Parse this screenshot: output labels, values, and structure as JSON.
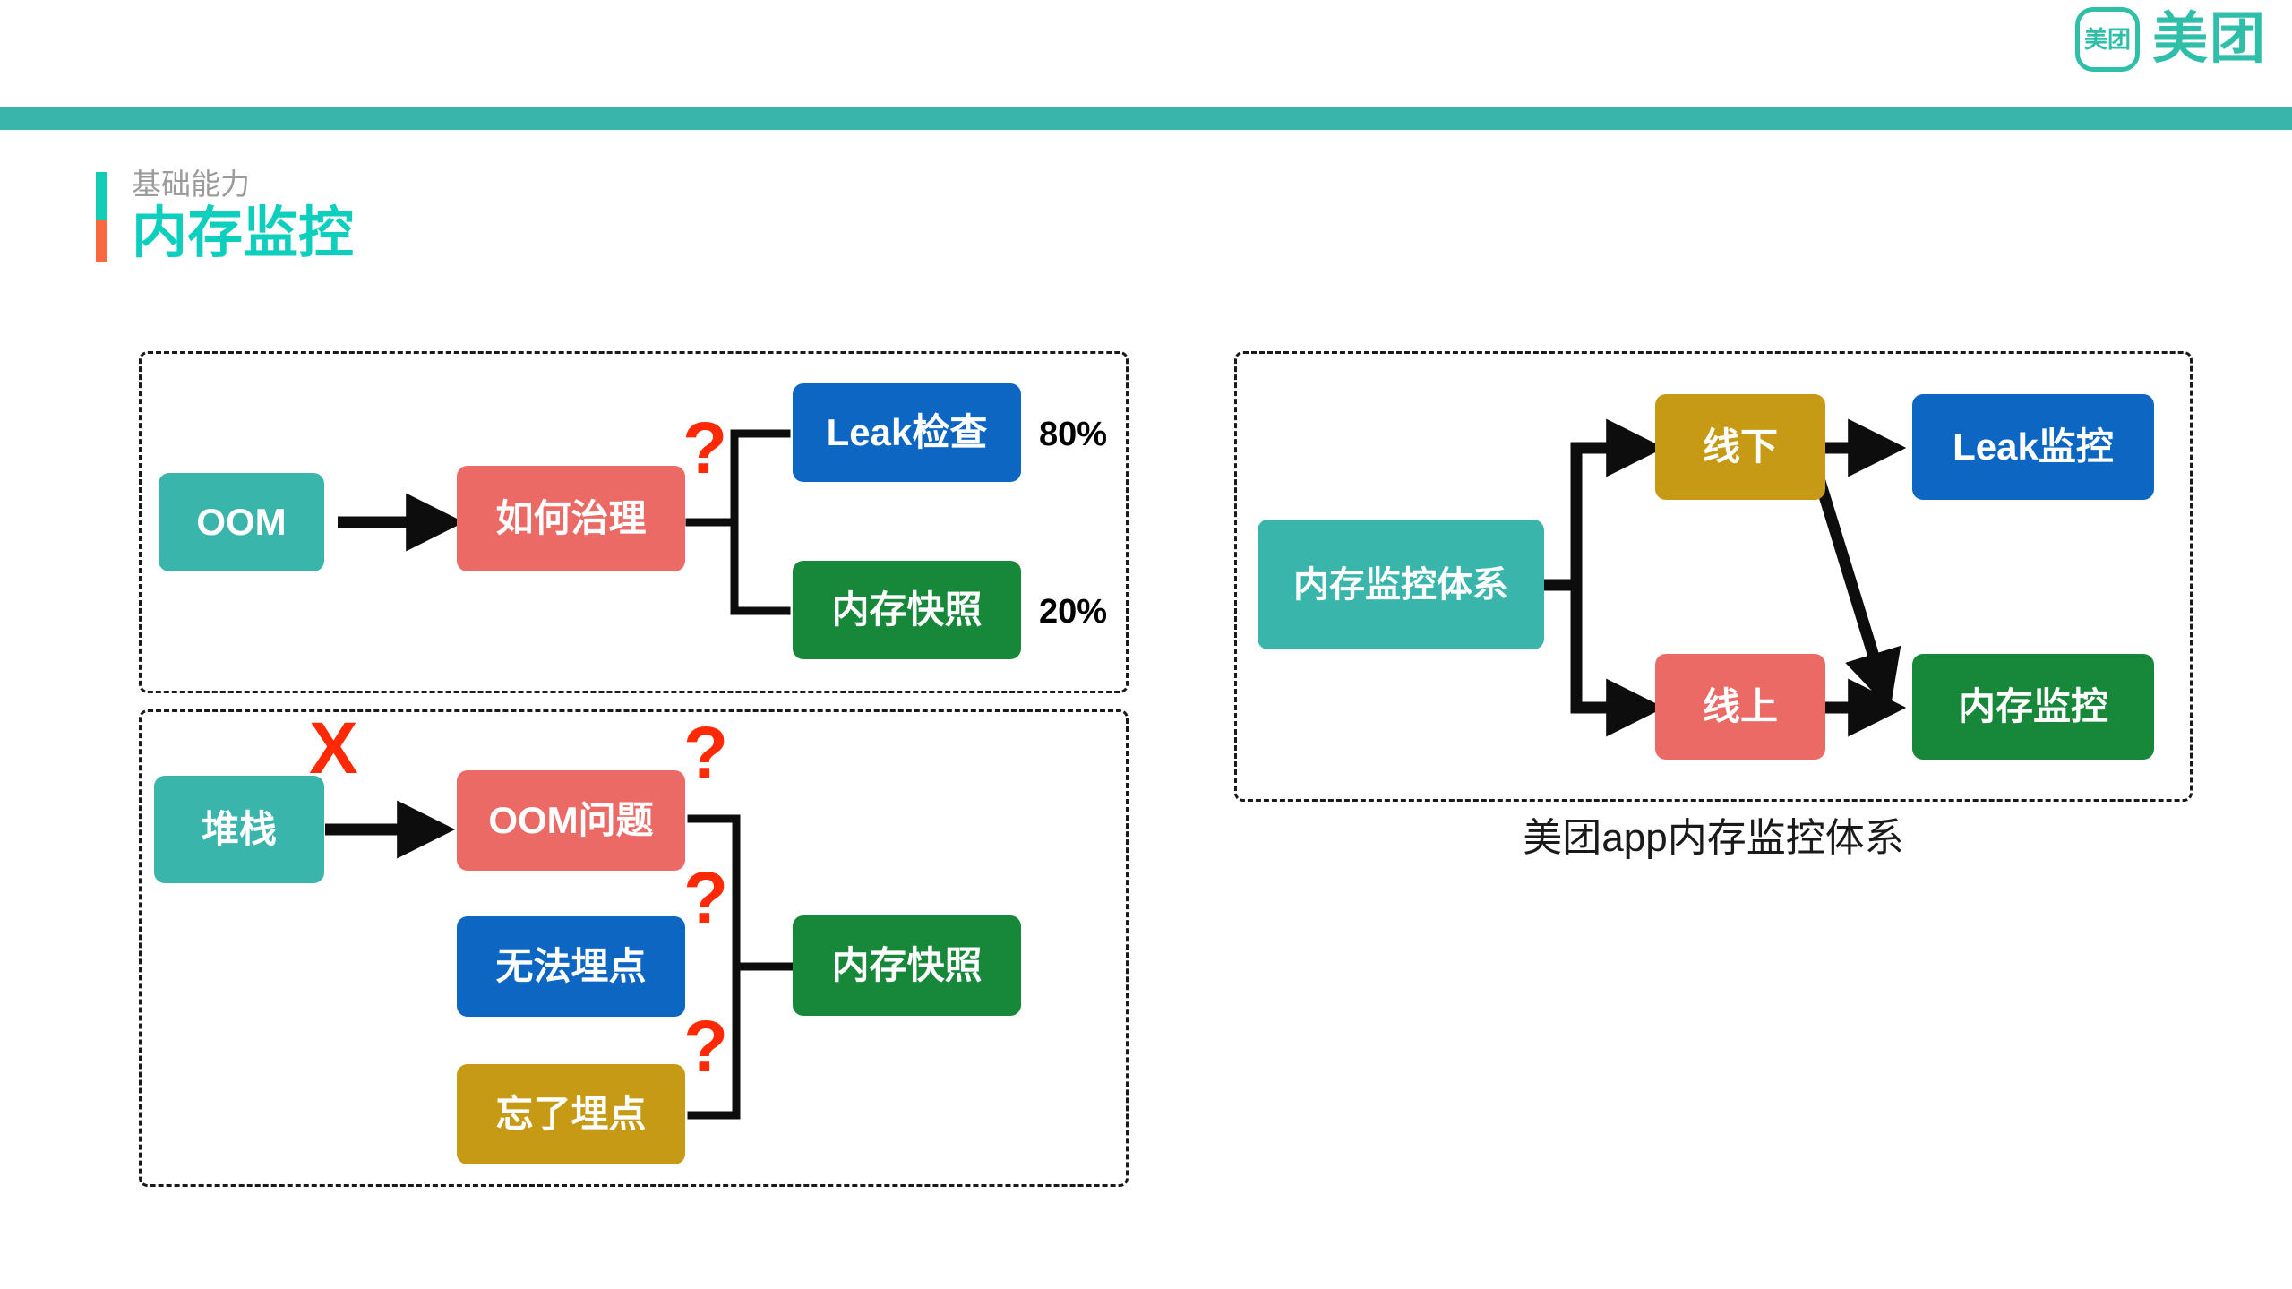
{
  "brand": {
    "logo_badge_text": "美团",
    "logo_text": "美团",
    "accent_teal": "#3ab5ab",
    "accent_bright_teal": "#0ecfbe",
    "accent_orange": "#f9693f",
    "band_color": "#3ab5ab"
  },
  "header": {
    "eyebrow": "基础能力",
    "title": "内存监控"
  },
  "panel_a": {
    "nodes": {
      "source": "OOM",
      "question": "如何治理",
      "branch_top": "Leak检查",
      "branch_bottom": "内存快照"
    },
    "labels": {
      "branch_top_pct": "80%",
      "branch_bottom_pct": "20%"
    },
    "glyphs": {
      "question_mark": "?"
    }
  },
  "panel_b": {
    "nodes": {
      "source": "堆栈",
      "issue_1": "OOM问题",
      "issue_2": "无法埋点",
      "issue_3": "忘了埋点",
      "result": "内存快照"
    },
    "glyphs": {
      "cross_mark": "X",
      "question_mark": "?"
    }
  },
  "panel_c": {
    "nodes": {
      "root": "内存监控体系",
      "offline": "线下",
      "online": "线上",
      "leak_monitor": "Leak监控",
      "memory_monitor": "内存监控"
    },
    "caption": "美团app内存监控体系"
  }
}
